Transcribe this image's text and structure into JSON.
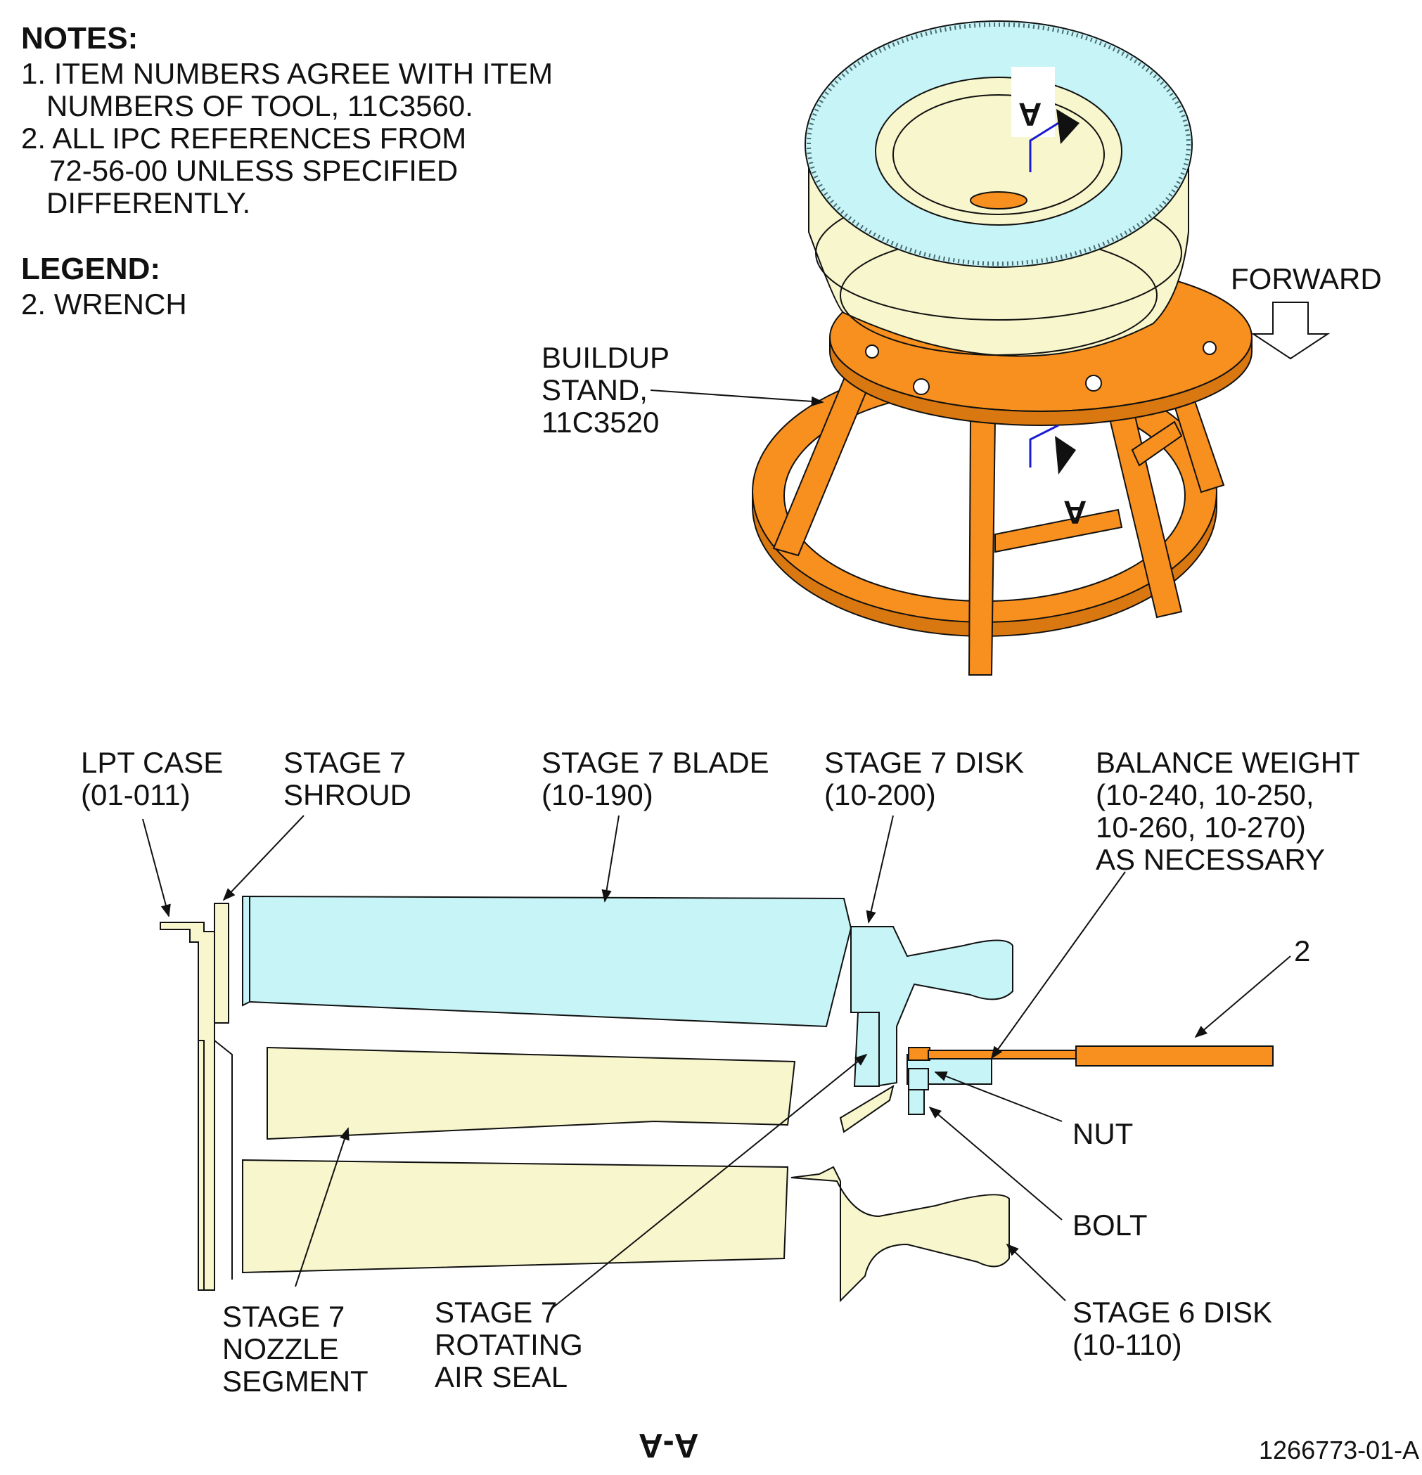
{
  "notes": {
    "heading": "NOTES:",
    "line1": "1. ITEM NUMBERS AGREE WITH ITEM",
    "line2": "NUMBERS OF TOOL, 11C3560.",
    "line3": "2. ALL IPC REFERENCES FROM",
    "line4": "72-56-00 UNLESS SPECIFIED",
    "line5": "DIFFERENTLY."
  },
  "legend": {
    "heading": "LEGEND:",
    "item": "2. WRENCH"
  },
  "labels": {
    "forward": "FORWARD",
    "buildup_stand": "BUILDUP\nSTAND,\n11C3520",
    "section_mark": "A",
    "lpt_case": "LPT CASE\n(01-011)",
    "stage7_shroud": "STAGE 7\nSHROUD",
    "stage7_blade": "STAGE 7 BLADE\n(10-190)",
    "stage7_disk": "STAGE 7 DISK\n(10-200)",
    "balance_weight": "BALANCE WEIGHT\n(10-240, 10-250,\n10-260, 10-270)\nAS NECESSARY",
    "wrench_number": "2",
    "nut": "NUT",
    "bolt": "BOLT",
    "stage6_disk": "STAGE 6 DISK\n(10-110)",
    "stage7_nozzle": "STAGE 7\nNOZZLE\nSEGMENT",
    "stage7_air_seal": "STAGE 7\nROTATING\nAIR SEAL",
    "section_title": "A-A",
    "figure_id": "1266773-01-A"
  },
  "colors": {
    "stand": "#f7901e",
    "blade": "#c6f4f7",
    "nozzle": "#f8f6cc",
    "section_line": "#1a1ad6",
    "outline": "#111111"
  }
}
